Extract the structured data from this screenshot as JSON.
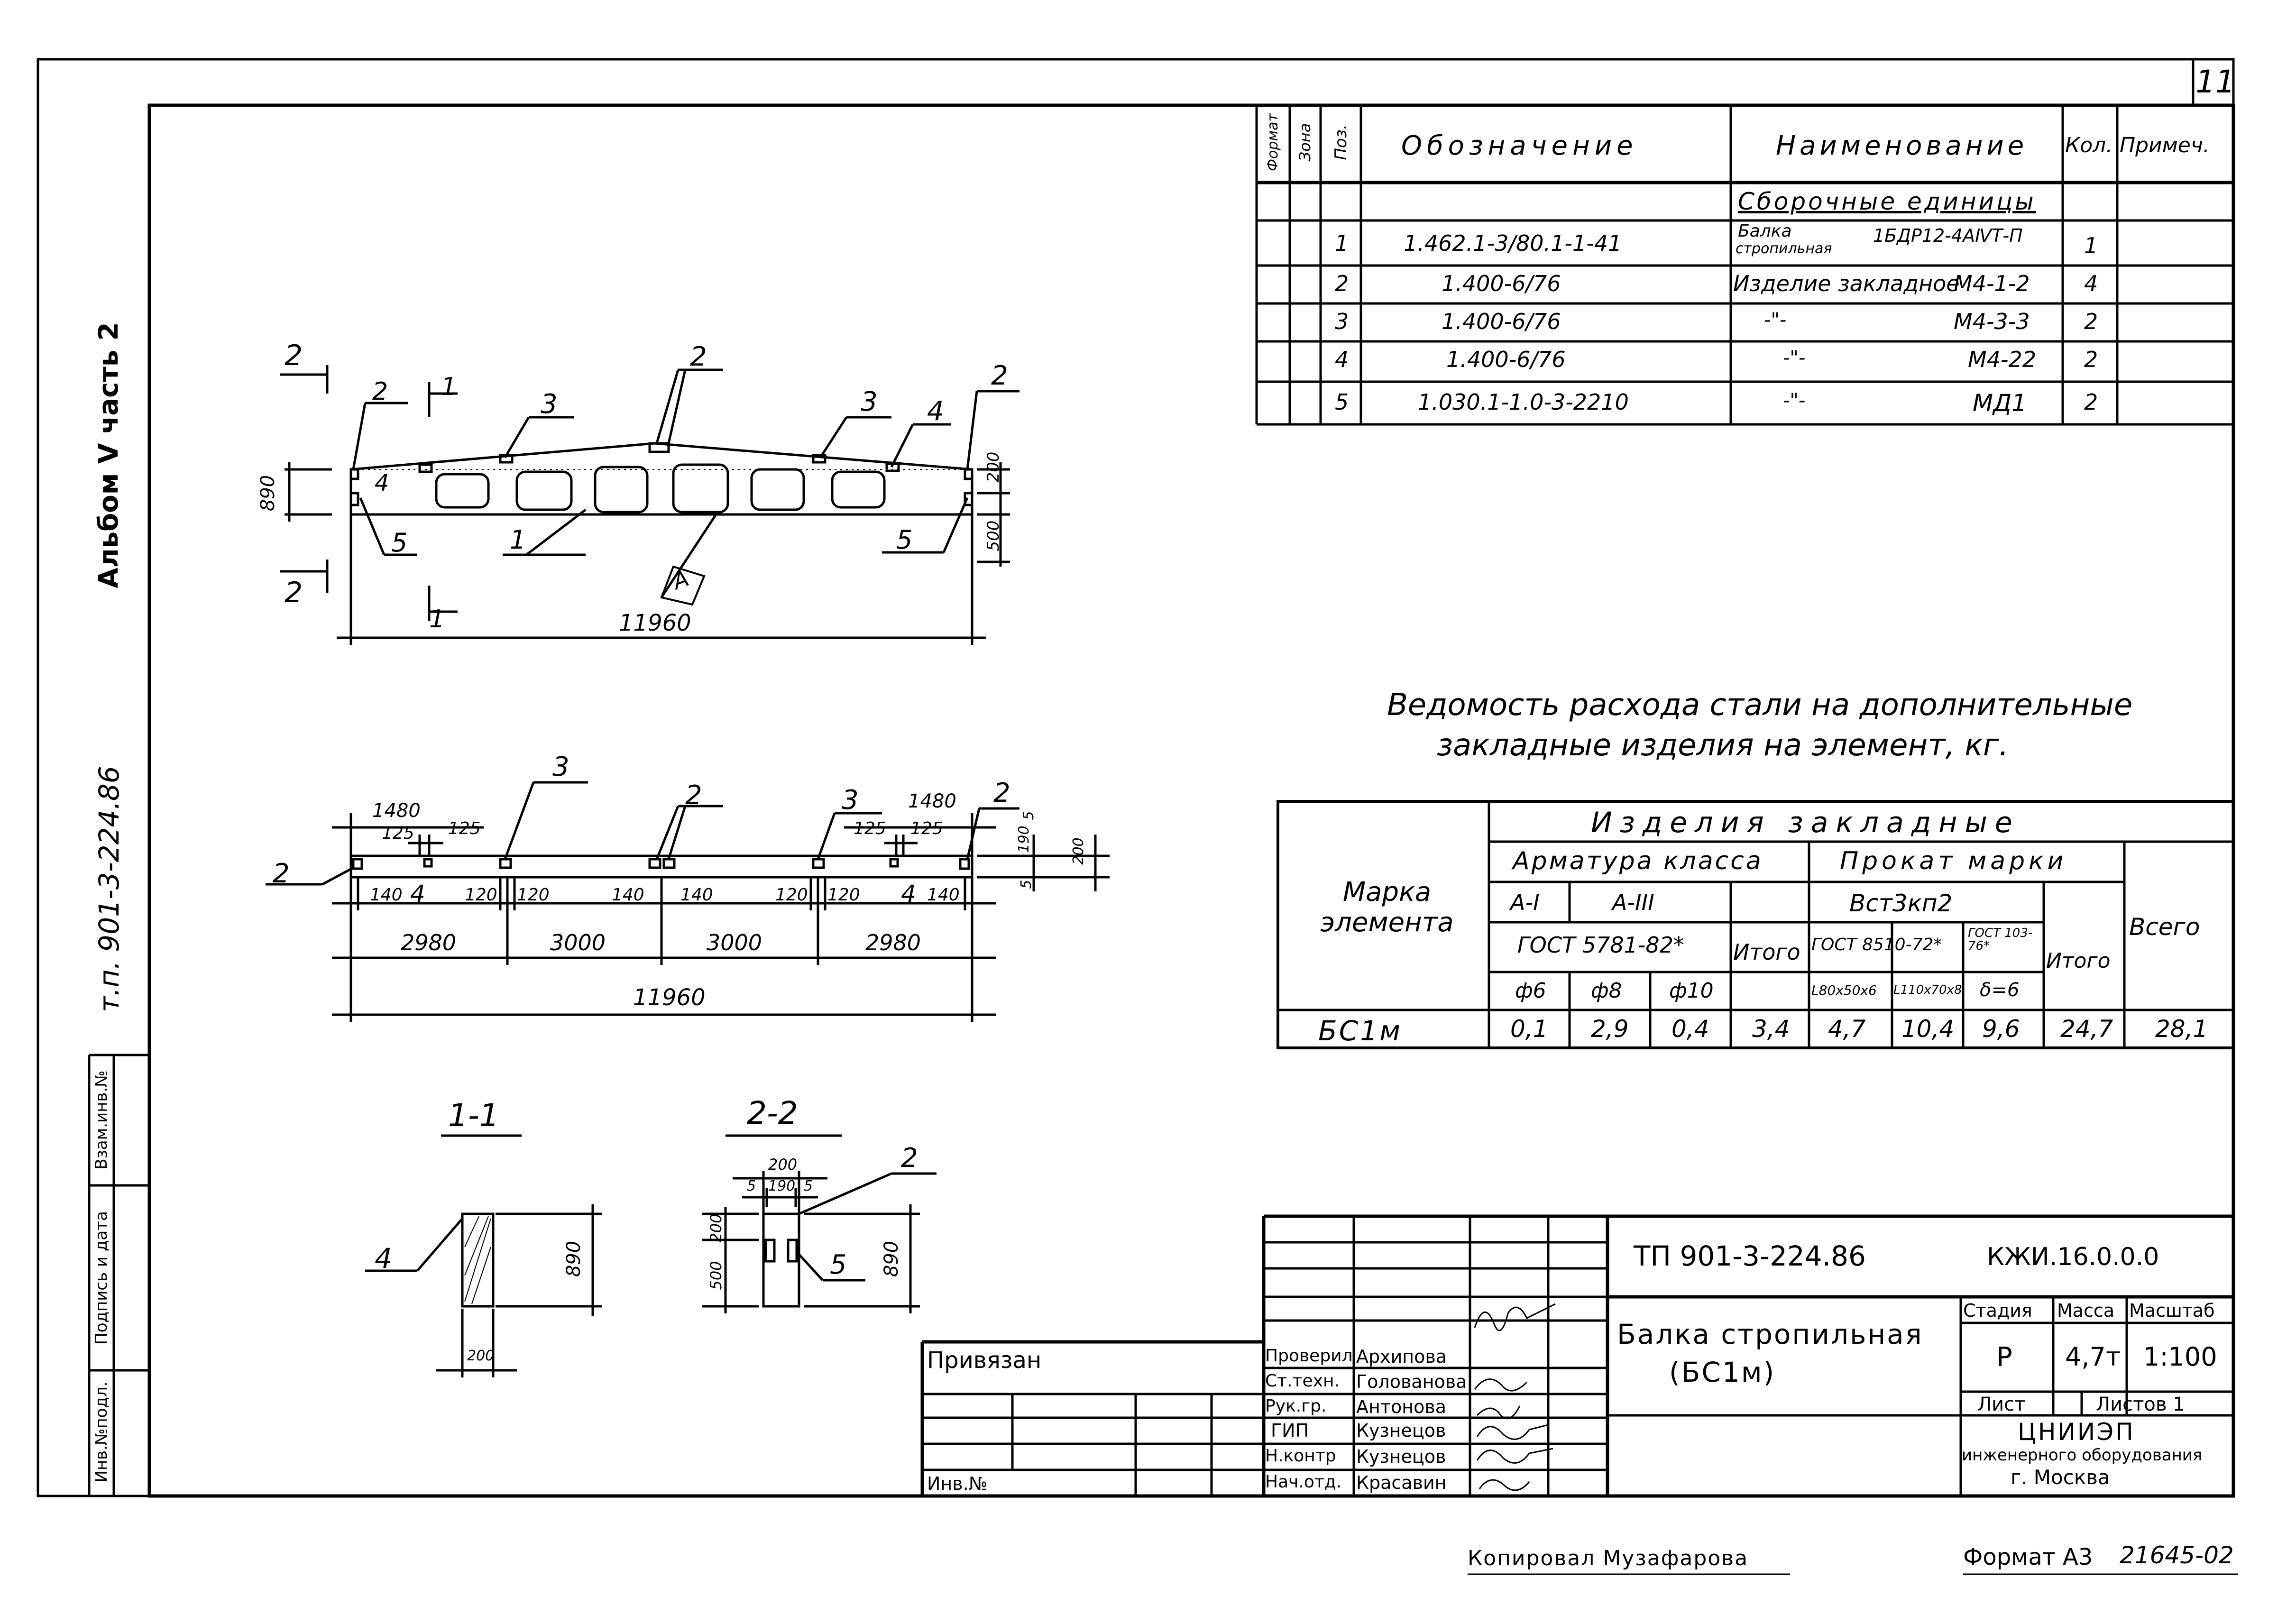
{
  "page": {
    "sheet_number": "11",
    "copied_by": "Копировал Музафарова",
    "format": "Формат A3",
    "inventory_code": "21645-02"
  },
  "side": {
    "album": "Альбом Ⅴ часть 2",
    "project_code": "т.п. 901-3-224.86",
    "stamp_cells": [
      "Инв.№подл.",
      "Подпись и дата",
      "Взам.инв.№"
    ]
  },
  "spec_table": {
    "headers": [
      "Формат",
      "Зона",
      "Поз.",
      "Обозначение",
      "Наименование",
      "Кол.",
      "Примеч."
    ],
    "section_title": "Сборочные единицы",
    "rows": [
      {
        "pos": "1",
        "designation": "1.462.1-3/80.1-1-41",
        "name_top": "Балка",
        "name_bottom": "стропильная",
        "name_mark": "1БДР12-4АⅣТ-П",
        "qty": "1"
      },
      {
        "pos": "2",
        "designation": "1.400-6/76",
        "name": "Изделие закладное",
        "name_mark": "М4-1-2",
        "qty": "4"
      },
      {
        "pos": "3",
        "designation": "1.400-6/76",
        "name": "-\"-",
        "name_mark": "М4-3-3",
        "qty": "2"
      },
      {
        "pos": "4",
        "designation": "1.400-6/76",
        "name": "-\"-",
        "name_mark": "М4-22",
        "qty": "2"
      },
      {
        "pos": "5",
        "designation": "1.030.1-1.0-3-2210",
        "name": "-\"-",
        "name_mark": "МД1",
        "qty": "2"
      }
    ]
  },
  "steel": {
    "title_line1": "Ведомость расхода стали на дополнительные",
    "title_line2": "закладные изделия на элемент, кг.",
    "h_mark": "Марка элемента",
    "h_items": "Изделия закладные",
    "h_rebar": "Арматура класса",
    "h_rolled": "Прокат марки",
    "h_a1": "А-I",
    "h_a3": "А-III",
    "h_gost_rebar": "ГОСТ 5781-82*",
    "h_steel": "Вст3кп2",
    "h_gost_8510": "ГОСТ 8510-72*",
    "h_gost_103": "ГОСТ 103-76*",
    "h_total": "Итого",
    "h_all": "Всего",
    "h_d6": "ф6",
    "h_d8": "ф8",
    "h_d10": "ф10",
    "h_l180": "L80x50x6",
    "h_l110": "L110x70x8",
    "h_delta": "δ=6",
    "row": {
      "mark": "БС1м",
      "d6": "0,1",
      "d8": "2,9",
      "d10": "0,4",
      "rebar_total": "3,4",
      "l80": "4,7",
      "l110": "10,4",
      "plate": "9,6",
      "rolled_total": "24,7",
      "all": "28,1"
    }
  },
  "drawing": {
    "elevation": {
      "length": "11960",
      "height": "890",
      "end_top": "200",
      "end_bottom": "500",
      "labels": [
        "2",
        "1",
        "2",
        "3",
        "3",
        "4",
        "2",
        "4",
        "5",
        "1",
        "5",
        "2",
        "1",
        "А"
      ]
    },
    "plan": {
      "length": "11960",
      "dims_top": [
        "1480",
        "125",
        "125",
        "1480",
        "125",
        "125"
      ],
      "dims_pos": [
        "140",
        "120",
        "120",
        "140",
        "140",
        "120",
        "120",
        "140"
      ],
      "spans": [
        "2980",
        "3000",
        "3000",
        "2980"
      ],
      "right_dims": [
        "190",
        "5",
        "200",
        "5"
      ],
      "labels": [
        "3",
        "2",
        "3",
        "2",
        "2",
        "4",
        "4"
      ]
    },
    "section_1": {
      "title": "1-1",
      "height": "890",
      "width": "200",
      "label": "4"
    },
    "section_2": {
      "title": "2-2",
      "width": "200",
      "inner": "190",
      "side": "5",
      "height": "890",
      "h_top": "200",
      "h_bottom": "500",
      "label_top": "2",
      "label_side": "5"
    }
  },
  "title_block": {
    "project": "ТП 901-3-224.86",
    "code": "КЖИ.16.0.0.0",
    "name_line1": "Балка стропильная",
    "name_line2": "(БС1м)",
    "stage_h": "Стадия",
    "mass_h": "Масса",
    "scale_h": "Масштаб",
    "stage": "Р",
    "mass": "4,7т",
    "scale": "1:100",
    "sheet_h": "Лист",
    "sheets_h": "Листов 1",
    "org_line1": "ЦНИИЭП",
    "org_line2": "инженерного оборудования",
    "org_line3": "г. Москва",
    "bound": "Привязан",
    "inv": "Инв.№",
    "roles": [
      {
        "role": "Проверил",
        "name": "Архипова"
      },
      {
        "role": "Ст.техн.",
        "name": "Голованова"
      },
      {
        "role": "Рук.гр.",
        "name": "Антонова"
      },
      {
        "role": "ГИП",
        "name": "Кузнецов"
      },
      {
        "role": "Н.контр",
        "name": "Кузнецов"
      },
      {
        "role": "Нач.отд.",
        "name": "Красавин"
      }
    ]
  }
}
